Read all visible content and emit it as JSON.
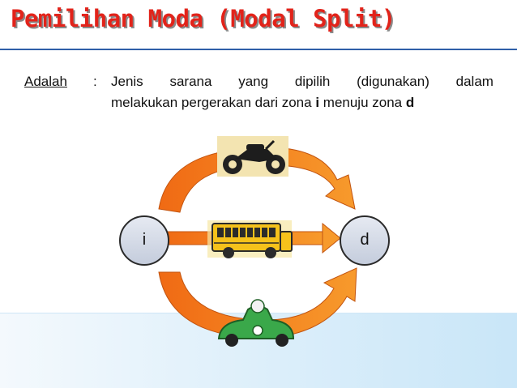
{
  "slide": {
    "title": "Pemilihan Moda (Modal Split)"
  },
  "definition": {
    "term": "Adalah",
    "separator": ":",
    "line1_words": [
      "Jenis",
      "sarana",
      "yang",
      "dipilih",
      "(digunakan)",
      "dalam"
    ],
    "line2_prefix": "melakukan pergerakan dari zona ",
    "origin_zone": "i",
    "line2_middle": " menuju zona ",
    "destination_zone": "d"
  },
  "diagram": {
    "origin_label": "i",
    "destination_label": "d",
    "modes": [
      {
        "name": "motorcycle",
        "icon": "motorcycle-icon"
      },
      {
        "name": "bus",
        "icon": "bus-icon"
      },
      {
        "name": "car",
        "icon": "car-icon"
      }
    ],
    "colors": {
      "arrow_orange": "#f47b20",
      "node_fill": "#d5dbe8",
      "title_red": "#e2231a",
      "bus_yellow": "#f6c21b",
      "car_green": "#3aa84a"
    }
  }
}
